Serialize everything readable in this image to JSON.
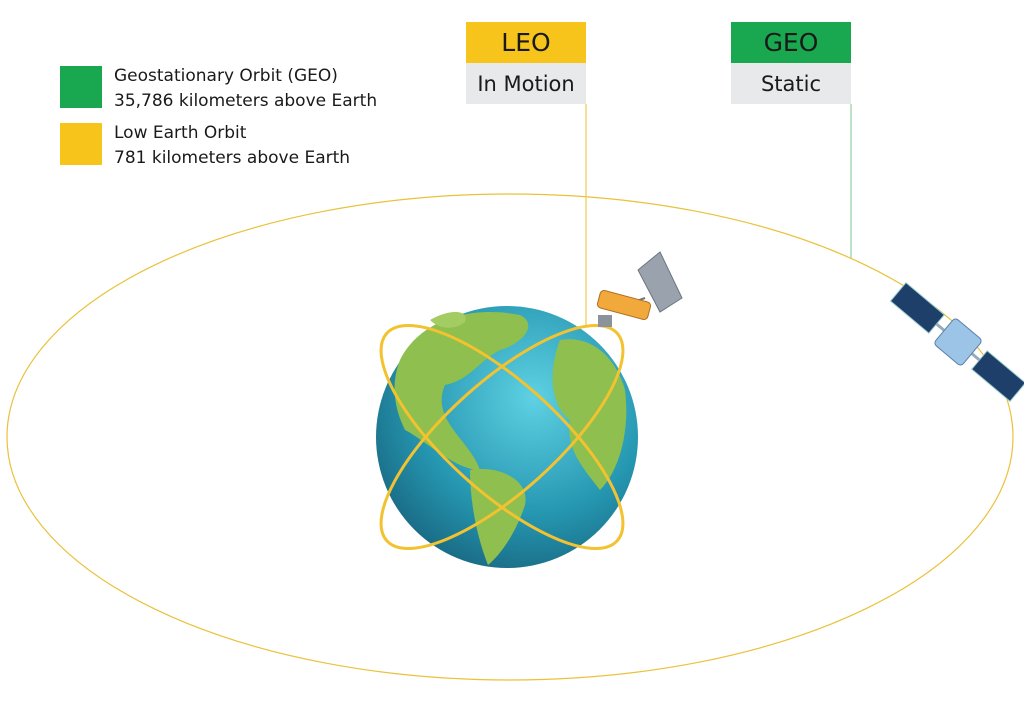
{
  "legend": [
    {
      "title": "Geostationary Orbit (GEO)",
      "subtitle": "35,786 kilometers above Earth",
      "color": "#19a84f"
    },
    {
      "title": "Low Earth Orbit",
      "subtitle": "781 kilometers above Earth",
      "color": "#f7c41b"
    }
  ],
  "tags": {
    "leo": {
      "title": "LEO",
      "status": "In Motion",
      "color": "#f7c41b"
    },
    "geo": {
      "title": "GEO",
      "status": "Static",
      "color": "#19a84f"
    }
  },
  "colors": {
    "orbit": "#e9c23a",
    "ocean": "#2a9fb8",
    "land": "#8fbf4e",
    "panel": "#1f3f6b",
    "leo_line": "#f2c94c",
    "geo_line": "#8fd0a4"
  }
}
